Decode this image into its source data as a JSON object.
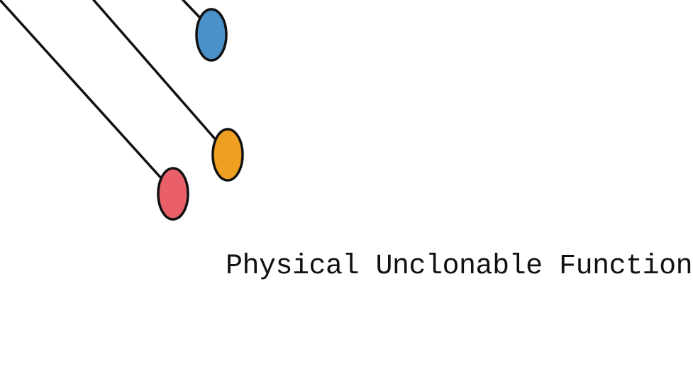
{
  "title": "Physical Unclonable Function",
  "colors": {
    "background": "#ffffff",
    "line": "#111111",
    "blue": "#4a90c9",
    "orange": "#f0a020",
    "red": "#e9606a"
  },
  "illustration": {
    "strands": [
      {
        "name": "blue-strand",
        "color_key": "blue"
      },
      {
        "name": "orange-strand",
        "color_key": "orange"
      },
      {
        "name": "red-strand",
        "color_key": "red"
      }
    ]
  }
}
